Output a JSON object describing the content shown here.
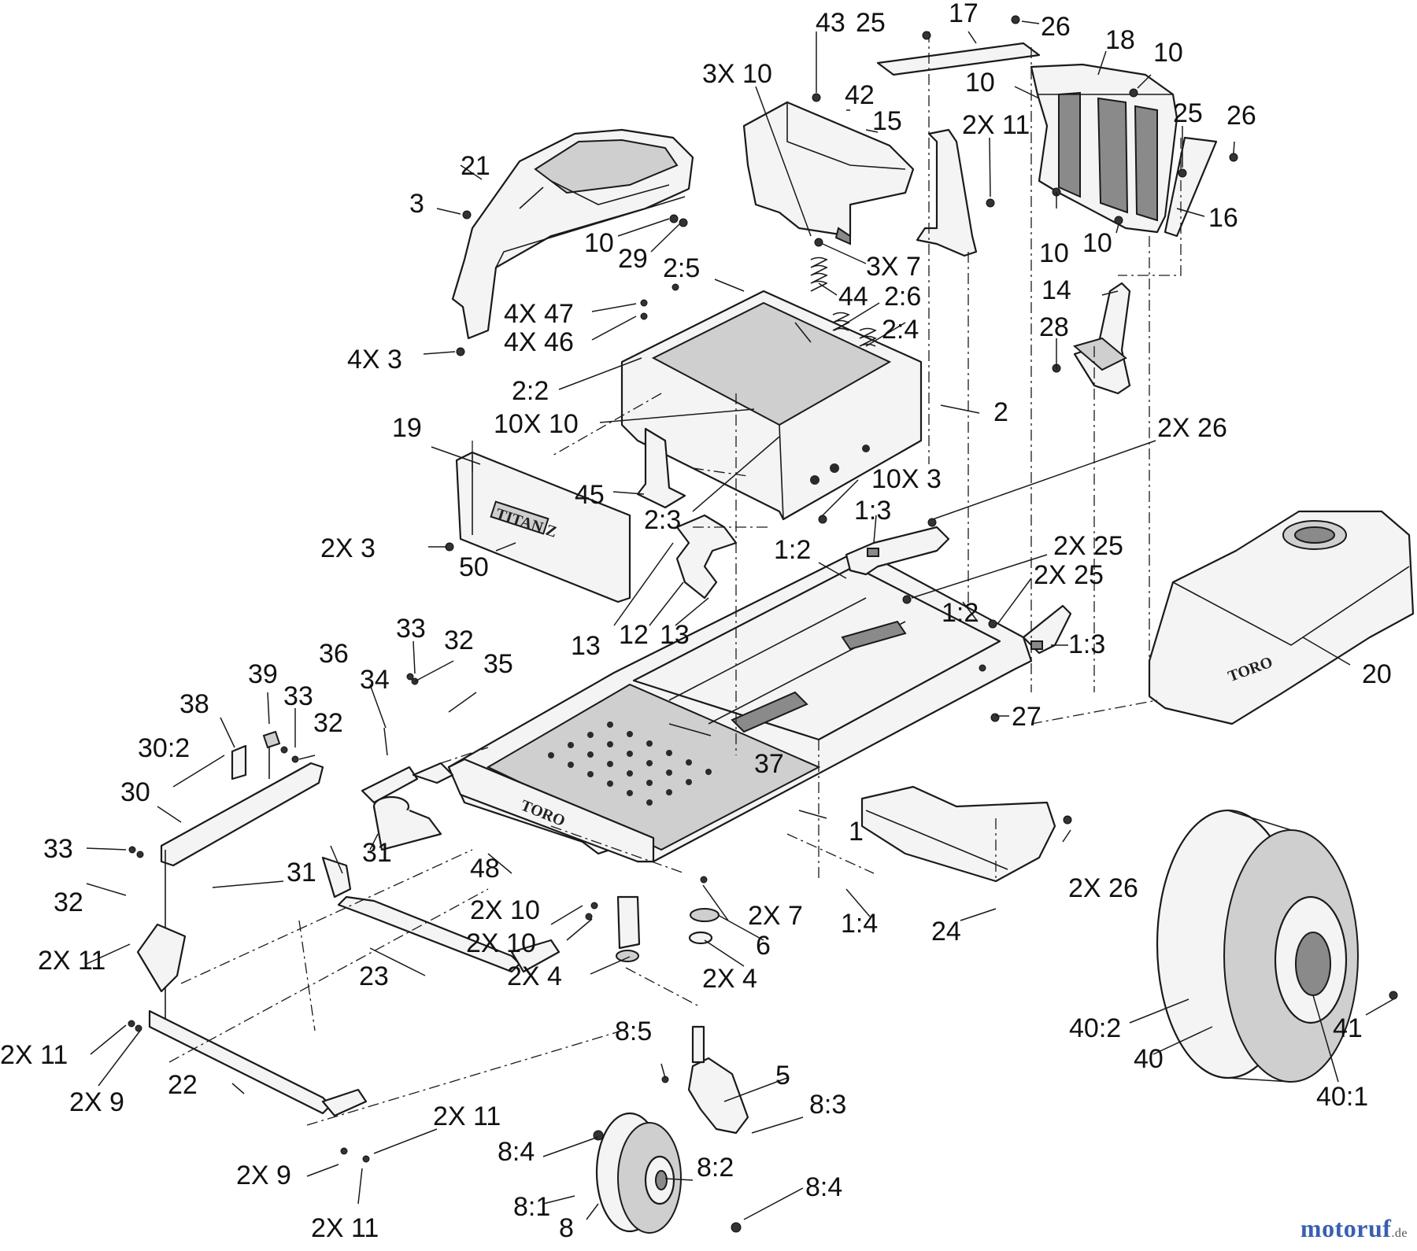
{
  "callouts": [
    {
      "id": "c-43",
      "text": "43"
    },
    {
      "id": "c-25a",
      "text": "25"
    },
    {
      "id": "c-17",
      "text": "17"
    },
    {
      "id": "c-26a",
      "text": "26"
    },
    {
      "id": "c-18",
      "text": "18"
    },
    {
      "id": "c-10a",
      "text": "10"
    },
    {
      "id": "c-3x10",
      "text": "3X 10"
    },
    {
      "id": "c-10b",
      "text": "10"
    },
    {
      "id": "c-42",
      "text": "42"
    },
    {
      "id": "c-15",
      "text": "15"
    },
    {
      "id": "c-2x11a",
      "text": "2X 11"
    },
    {
      "id": "c-25b",
      "text": "25"
    },
    {
      "id": "c-26b",
      "text": "26"
    },
    {
      "id": "c-21",
      "text": "21"
    },
    {
      "id": "c-3a",
      "text": "3"
    },
    {
      "id": "c-16",
      "text": "16"
    },
    {
      "id": "c-10c",
      "text": "10"
    },
    {
      "id": "c-29",
      "text": "29"
    },
    {
      "id": "c-3x7",
      "text": "3X 7"
    },
    {
      "id": "c-10d",
      "text": "10"
    },
    {
      "id": "c-10e",
      "text": "10"
    },
    {
      "id": "c-2-5",
      "text": "2:5"
    },
    {
      "id": "c-44",
      "text": "44"
    },
    {
      "id": "c-2-6",
      "text": "2:6"
    },
    {
      "id": "c-14",
      "text": "14"
    },
    {
      "id": "c-4x47",
      "text": "4X 47"
    },
    {
      "id": "c-4x46",
      "text": "4X 46"
    },
    {
      "id": "c-2-4",
      "text": "2:4"
    },
    {
      "id": "c-28",
      "text": "28"
    },
    {
      "id": "c-4x3",
      "text": "4X 3"
    },
    {
      "id": "c-2-2",
      "text": "2:2"
    },
    {
      "id": "c-2",
      "text": "2"
    },
    {
      "id": "c-10x10",
      "text": "10X 10"
    },
    {
      "id": "c-19",
      "text": "19"
    },
    {
      "id": "c-2x26a",
      "text": "2X 26"
    },
    {
      "id": "c-10x3",
      "text": "10X 3"
    },
    {
      "id": "c-45",
      "text": "45"
    },
    {
      "id": "c-1-3a",
      "text": "1:3"
    },
    {
      "id": "c-2-3",
      "text": "2:3"
    },
    {
      "id": "c-2x3",
      "text": "2X 3"
    },
    {
      "id": "c-1-2a",
      "text": "1:2"
    },
    {
      "id": "c-2x25a",
      "text": "2X 25"
    },
    {
      "id": "c-50",
      "text": "50"
    },
    {
      "id": "c-2x25b",
      "text": "2X 25"
    },
    {
      "id": "c-1-2b",
      "text": "1:2"
    },
    {
      "id": "c-13a",
      "text": "13"
    },
    {
      "id": "c-12",
      "text": "12"
    },
    {
      "id": "c-13b",
      "text": "13"
    },
    {
      "id": "c-1-3b",
      "text": "1:3"
    },
    {
      "id": "c-20",
      "text": "20"
    },
    {
      "id": "c-33a",
      "text": "33"
    },
    {
      "id": "c-32a",
      "text": "32"
    },
    {
      "id": "c-36",
      "text": "36"
    },
    {
      "id": "c-35",
      "text": "35"
    },
    {
      "id": "c-39",
      "text": "39"
    },
    {
      "id": "c-34",
      "text": "34"
    },
    {
      "id": "c-27",
      "text": "27"
    },
    {
      "id": "c-38",
      "text": "38"
    },
    {
      "id": "c-33b",
      "text": "33"
    },
    {
      "id": "c-32b",
      "text": "32"
    },
    {
      "id": "c-30-2",
      "text": "30:2"
    },
    {
      "id": "c-37",
      "text": "37"
    },
    {
      "id": "c-30",
      "text": "30"
    },
    {
      "id": "c-1",
      "text": "1"
    },
    {
      "id": "c-33c",
      "text": "33"
    },
    {
      "id": "c-31a",
      "text": "31"
    },
    {
      "id": "c-31b",
      "text": "31"
    },
    {
      "id": "c-2x26b",
      "text": "2X 26"
    },
    {
      "id": "c-32c",
      "text": "32"
    },
    {
      "id": "c-48",
      "text": "48"
    },
    {
      "id": "c-2x10a",
      "text": "2X 10"
    },
    {
      "id": "c-2x7",
      "text": "2X 7"
    },
    {
      "id": "c-1-4",
      "text": "1:4"
    },
    {
      "id": "c-24",
      "text": "24"
    },
    {
      "id": "c-2x11b",
      "text": "2X 11"
    },
    {
      "id": "c-2x10b",
      "text": "2X 10"
    },
    {
      "id": "c-6",
      "text": "6"
    },
    {
      "id": "c-23",
      "text": "23"
    },
    {
      "id": "c-2x4a",
      "text": "2X 4"
    },
    {
      "id": "c-2x4b",
      "text": "2X 4"
    },
    {
      "id": "c-41",
      "text": "41"
    },
    {
      "id": "c-40-2",
      "text": "40:2"
    },
    {
      "id": "c-8-5",
      "text": "8:5"
    },
    {
      "id": "c-2x11c",
      "text": "2X 11"
    },
    {
      "id": "c-40",
      "text": "40"
    },
    {
      "id": "c-5",
      "text": "5"
    },
    {
      "id": "c-2x9a",
      "text": "2X 9"
    },
    {
      "id": "c-22",
      "text": "22"
    },
    {
      "id": "c-40-1",
      "text": "40:1"
    },
    {
      "id": "c-8-3",
      "text": "8:3"
    },
    {
      "id": "c-2x11d",
      "text": "2X 11"
    },
    {
      "id": "c-8-4a",
      "text": "8:4"
    },
    {
      "id": "c-8-2",
      "text": "8:2"
    },
    {
      "id": "c-2x9b",
      "text": "2X 9"
    },
    {
      "id": "c-8-4b",
      "text": "8:4"
    },
    {
      "id": "c-8-1",
      "text": "8:1"
    },
    {
      "id": "c-8",
      "text": "8"
    },
    {
      "id": "c-2x11e",
      "text": "2X 11"
    }
  ],
  "logos": {
    "rear_cover": "TITAN Z",
    "footplate": "TORO",
    "fender": "TORO"
  },
  "watermark": {
    "brand_start": "motoruf",
    "brand_end": "",
    "tld": ".de"
  }
}
